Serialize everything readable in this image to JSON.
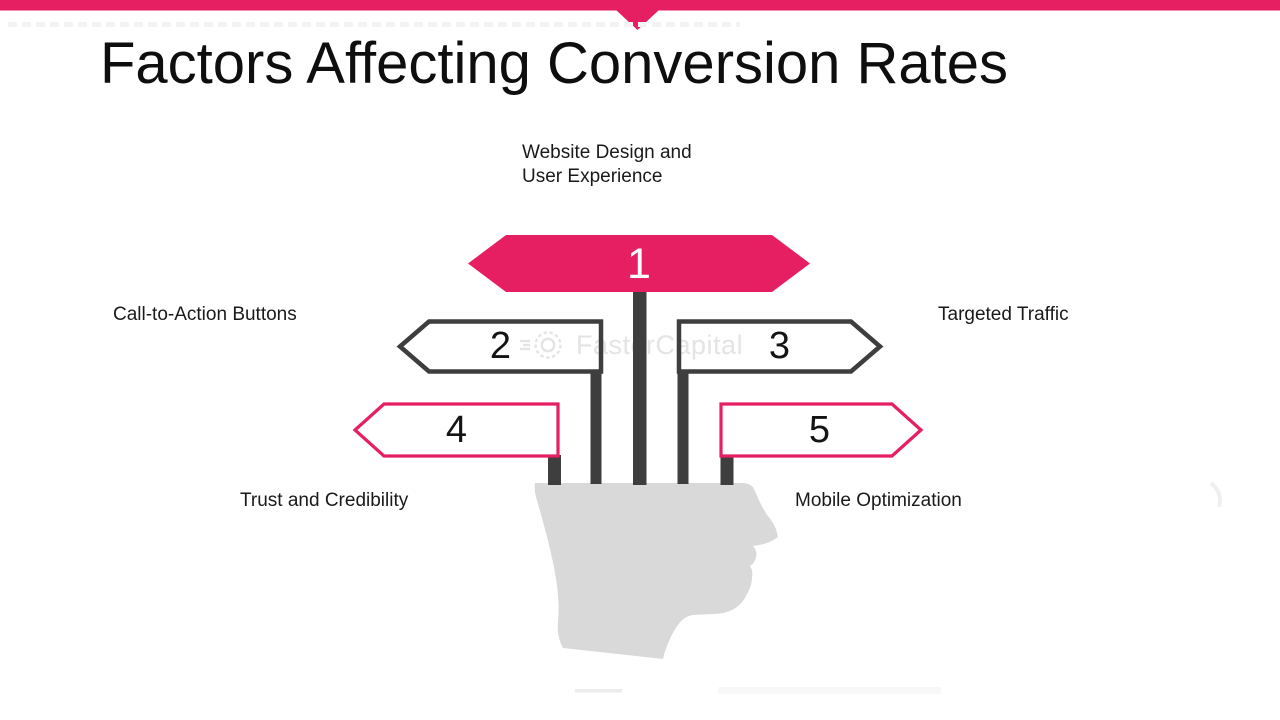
{
  "title": "Factors Affecting Conversion Rates",
  "watermark": {
    "text": "FasterCapital"
  },
  "colors": {
    "accent": "#e61e62",
    "dark": "#3e3e3e",
    "head": "#d9d9d9",
    "watermark_gray": "#e4e4e4"
  },
  "factors": [
    {
      "number": "1",
      "label": "Website Design and User Experience",
      "style": "pink-filled-banner"
    },
    {
      "number": "2",
      "label": "Call-to-Action Buttons",
      "style": "dark-outline-arrow-left"
    },
    {
      "number": "3",
      "label": "Targeted Traffic",
      "style": "dark-outline-arrow-right"
    },
    {
      "number": "4",
      "label": "Trust and Credibility",
      "style": "pink-outline-arrow-left"
    },
    {
      "number": "5",
      "label": "Mobile Optimization",
      "style": "pink-outline-arrow-right"
    }
  ]
}
